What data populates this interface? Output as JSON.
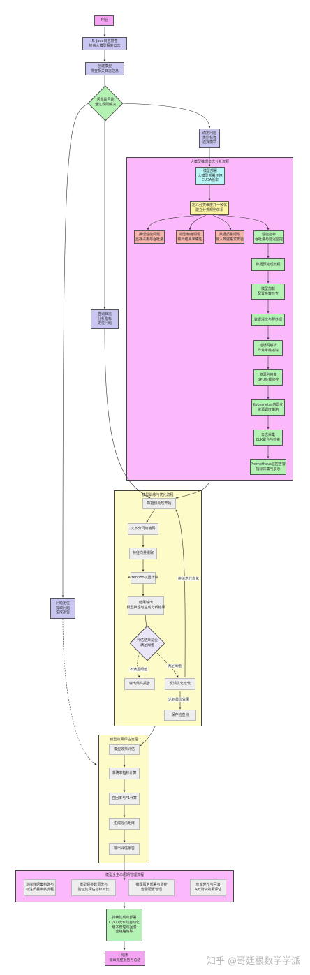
{
  "nodes": {
    "start": {
      "lines": [
        "开始"
      ]
    },
    "n1": {
      "lines": [
        "5. Java日志排查",
        "检索大模型相关日志"
      ]
    },
    "n2": {
      "lines": [
        "创建模型",
        "排查相关日志信息"
      ]
    },
    "decision1": {
      "lines": [
        "问题是否能",
        "通过规则解决"
      ]
    },
    "n_right": {
      "lines": [
        "确定问题",
        "类别标签",
        "选择模块"
      ]
    },
    "n_mid": {
      "lines": [
        "查询日志",
        "分析指标",
        "定位问题"
      ]
    },
    "n_left": {
      "lines": [
        "问题定位",
        "提取问题",
        "生成报告"
      ]
    },
    "cyan": {
      "lines": [
        "模型部署",
        "大模型部署环境",
        "CUDA版本"
      ]
    },
    "yellow1": {
      "lines": [
        "定义分类维度并一致化",
        "建立分类规则体系"
      ]
    },
    "s1": {
      "lines": [
        "推理性能问题",
        "显存占用与吞吐量"
      ]
    },
    "s2": {
      "lines": [
        "模型精度问题",
        "输出结果准确性"
      ]
    },
    "s3": {
      "lines": [
        "数据质量问题",
        "输入数据格式校验"
      ]
    },
    "g0": {
      "lines": [
        "性能指标",
        "吞吐量与延迟监控"
      ]
    },
    "g1": {
      "lines": [
        "数据预处理流程"
      ]
    },
    "g2": {
      "lines": [
        "模型加载",
        "配置参数检查"
      ]
    },
    "g3": {
      "lines": [
        "数据清洗与预处理"
      ]
    },
    "g4": {
      "lines": [
        "错误码解析",
        "异常堆栈追踪"
      ]
    },
    "g5": {
      "lines": [
        "资源利用率",
        "GPU负载监控"
      ]
    },
    "g6": {
      "lines": [
        "Kubernetes容器化",
        "资源调度策略"
      ]
    },
    "g7": {
      "lines": [
        "日志采集",
        "ELK聚合与检索"
      ]
    },
    "g8": {
      "lines": [
        "Prometheus监控告警",
        "指标采集与展示"
      ]
    },
    "y1": {
      "lines": [
        "数据预处理开始"
      ]
    },
    "y2": {
      "lines": [
        "文本分词与编码"
      ]
    },
    "y3": {
      "lines": [
        "特征向量提取"
      ]
    },
    "y4": {
      "lines": [
        "Attention权重计算"
      ]
    },
    "y5": {
      "lines": [
        "结果输出",
        "模型推理与生成分析结果"
      ]
    },
    "decision2": {
      "lines": [
        "评估结果是否",
        "满足阈值"
      ]
    },
    "y6": {
      "lines": [
        "输出最终报告"
      ]
    },
    "y7": {
      "lines": [
        "反馈优化迭代"
      ]
    },
    "y8": {
      "lines": [
        "保存检查点"
      ]
    },
    "m1": {
      "lines": [
        "模型效果评估"
      ]
    },
    "m2": {
      "lines": [
        "准确率指标计算"
      ]
    },
    "m3": {
      "lines": [
        "召回率与F1计算"
      ]
    },
    "m4": {
      "lines": [
        "生成混淆矩阵"
      ]
    },
    "m5": {
      "lines": [
        "输出评估报告"
      ]
    },
    "b1": {
      "lines": [
        "训练数据集构建与",
        "标注质量审核流程"
      ]
    },
    "b2": {
      "lines": [
        "模型超参数调优与",
        "验证集评估指标对比"
      ]
    },
    "b3": {
      "lines": [
        "推理服务部署与监控",
        "告警配置管理"
      ]
    },
    "b4": {
      "lines": [
        "灰度发布与回滚",
        "A/B测试效果评估"
      ]
    },
    "final_green": {
      "lines": [
        "持续集成与部署",
        "CI/CD流水线自动化",
        "版本管理与回滚",
        "全链路追踪"
      ]
    },
    "end": {
      "lines": [
        "结束",
        "输出完整报告与总结"
      ]
    }
  },
  "clusters": {
    "pink_top": {
      "title": "大模型推理日志分析流程"
    },
    "yellow_mid": {
      "title": "模型训练与优化流程"
    },
    "yellow_low": {
      "title": "模型效果评估流程"
    },
    "pink_bottom": {
      "title": "模型全生命周期管理流程"
    }
  },
  "edge_labels": {
    "fail": "不满足阈值",
    "pass": "满足阈值",
    "loop": "继续迭代优化",
    "save": "达到最优效果"
  },
  "watermark": "知乎 @哥廷根数学学派",
  "colors": {
    "purple": "#c9c7f2",
    "pink": "#f5a3f3",
    "green": "#b4f2b4",
    "cyan": "#b8f6f8",
    "yellow": "#fcf6a4",
    "salmon": "#f6b3a8"
  }
}
